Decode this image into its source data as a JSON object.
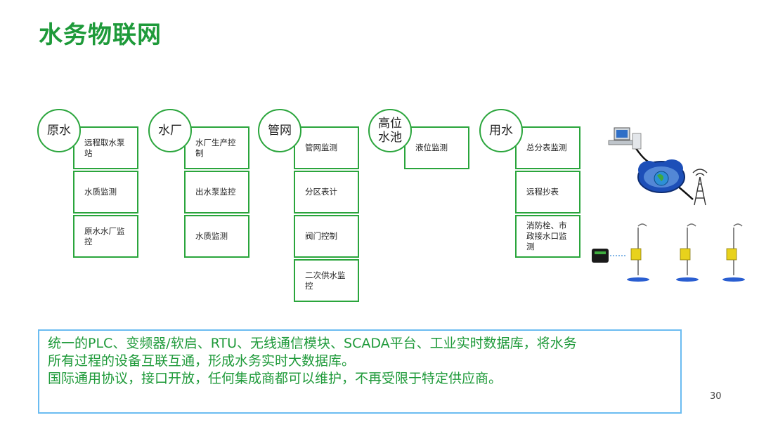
{
  "title": "水务物联网",
  "groups": [
    {
      "circle_lines": [
        "原水"
      ],
      "items": [
        "远程取水泵站",
        "水质监测",
        "原水水厂监控"
      ]
    },
    {
      "circle_lines": [
        "水厂"
      ],
      "items": [
        "水厂生产控制",
        "出水泵监控",
        "水质监测"
      ]
    },
    {
      "circle_lines": [
        "管网"
      ],
      "items": [
        "管网监测",
        "分区表计",
        "阀门控制",
        "二次供水监控"
      ]
    },
    {
      "circle_lines": [
        "高位",
        "水池"
      ],
      "items": [
        "液位监测"
      ]
    },
    {
      "circle_lines": [
        "用水"
      ],
      "items": [
        "总分表监测",
        "远程抄表",
        "消防栓、市政接水口监测"
      ]
    }
  ],
  "note": {
    "line1": "统一的PLC、变频器/软启、RTU、无线通信模块、SCADA平台、工业实时数据库，将水务",
    "line2": "所有过程的设备互联互通，形成水务实时大数据库。",
    "line3": "国际通用协议，接口开放，任何集成商都可以维护，不再受限于特定供应商。"
  },
  "page_number": "30",
  "colors": {
    "green": "#1e9a3a",
    "box_border": "#2aa53c",
    "note_border": "#6bbcf1"
  },
  "icons": [
    "computer-icon",
    "cloud-globe-icon",
    "cell-tower-icon",
    "gateway-device-icon",
    "monitoring-station-icon"
  ]
}
